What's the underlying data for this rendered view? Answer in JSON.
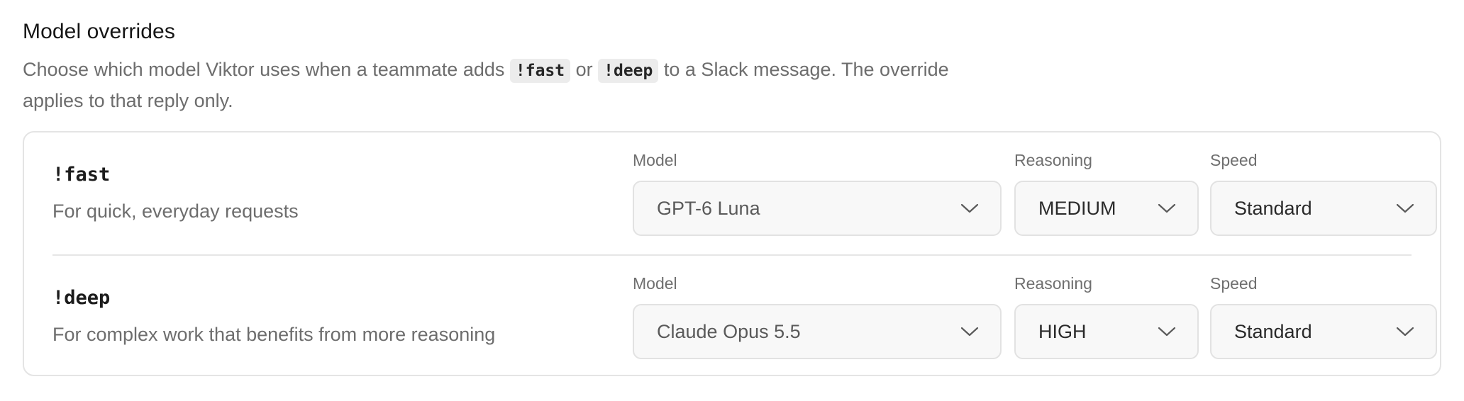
{
  "section": {
    "title": "Model overrides",
    "description_part1": "Choose which model Viktor uses when a teammate adds ",
    "code_fast": "!fast",
    "description_or": " or ",
    "code_deep": "!deep",
    "description_part2": " to a Slack message. The override applies to that reply only."
  },
  "overrides": [
    {
      "command": "!fast",
      "description": "For quick, everyday requests",
      "model_label": "Model",
      "model_value": "GPT-6 Luna",
      "reasoning_label": "Reasoning",
      "reasoning_value": "MEDIUM",
      "speed_label": "Speed",
      "speed_value": "Standard"
    },
    {
      "command": "!deep",
      "description": "For complex work that benefits from more reasoning",
      "model_label": "Model",
      "model_value": "Claude Opus 5.5",
      "reasoning_label": "Reasoning",
      "reasoning_value": "HIGH",
      "speed_label": "Speed",
      "speed_value": "Standard"
    }
  ],
  "icons": {
    "dropdown": "chevron-down-icon"
  },
  "colors": {
    "text_primary": "#1c1c1c",
    "text_secondary": "#6d6d6d",
    "code_bg": "#ececec",
    "select_bg": "#f8f8f8",
    "border": "#e4e4e4"
  }
}
